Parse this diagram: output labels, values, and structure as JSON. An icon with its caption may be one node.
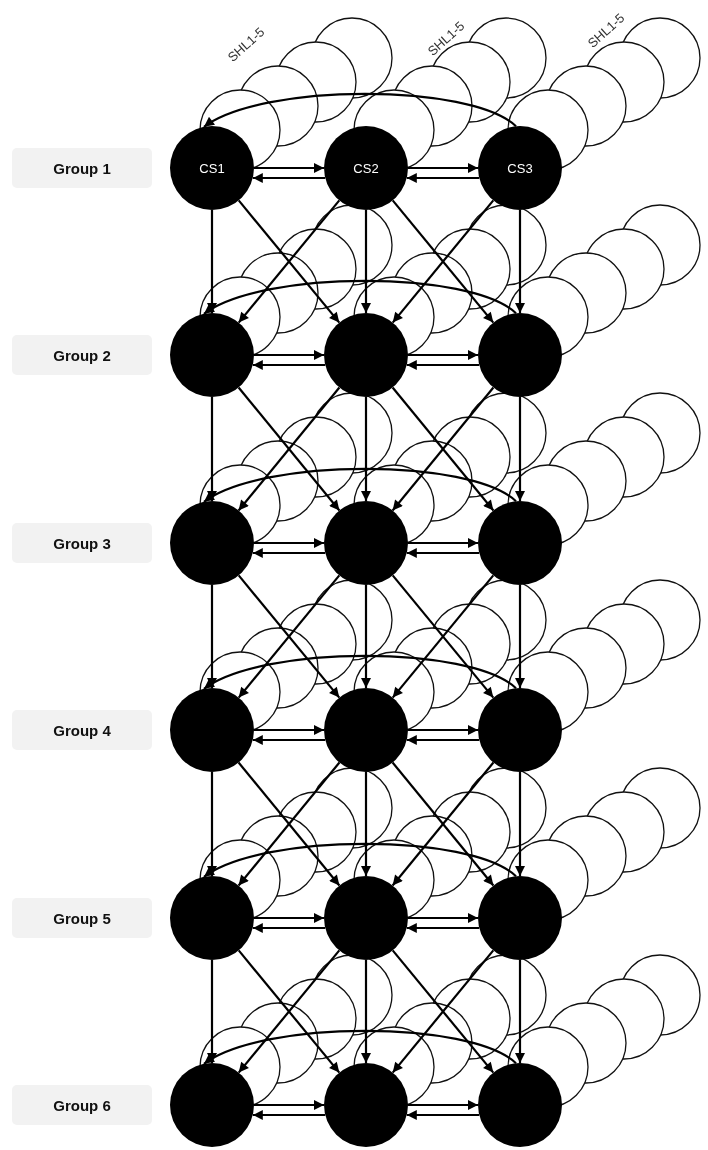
{
  "diagram": {
    "nodes": [
      {
        "text": [
          "Group 1"
        ]
      },
      {
        "text": [
          "CS1"
        ]
      },
      {
        "text": [
          "CS2"
        ]
      },
      {
        "text": [
          "CS3"
        ]
      },
      {
        "text": [
          "Group 2"
        ]
      },
      {
        "text": [],
        "shape": "circle"
      },
      {
        "text": [],
        "shape": "circle"
      },
      {
        "text": [],
        "shape": "circle"
      },
      {
        "text": [
          "Group 3"
        ]
      },
      {
        "text": [],
        "shape": "circle"
      },
      {
        "text": [],
        "shape": "circle"
      },
      {
        "text": [],
        "shape": "circle"
      },
      {
        "text": [
          "Group 4"
        ]
      },
      {
        "text": [],
        "shape": "circle"
      },
      {
        "text": [],
        "shape": "circle"
      },
      {
        "text": [],
        "shape": "circle"
      },
      {
        "text": [
          "Group 5"
        ]
      },
      {
        "text": [],
        "shape": "circle"
      },
      {
        "text": [],
        "shape": "circle"
      },
      {
        "text": [],
        "shape": "circle"
      },
      {
        "text": [
          "Group 6"
        ]
      },
      {
        "text": [],
        "shape": "circle"
      },
      {
        "text": [],
        "shape": "circle"
      },
      {
        "text": [],
        "shape": "circle"
      }
    ],
    "edges": [
      {
        "from": 1,
        "to": 2,
        "arrow": "to"
      },
      {
        "from": 2,
        "to": 1,
        "arrow": "to"
      },
      {
        "from": 2,
        "to": 3,
        "arrow": "to"
      },
      {
        "from": 3,
        "to": 2,
        "arrow": "to"
      },
      {
        "from": 3,
        "to": 1,
        "arrow": "to"
      },
      {
        "from": 1,
        "to": 5,
        "arrow": "to"
      },
      {
        "from": 1,
        "to": 6,
        "arrow": "to"
      },
      {
        "from": 2,
        "to": 6,
        "arrow": "to"
      },
      {
        "from": 2,
        "to": 5,
        "arrow": "to"
      },
      {
        "from": 2,
        "to": 7,
        "arrow": "to"
      },
      {
        "from": 3,
        "to": 7,
        "arrow": "to"
      },
      {
        "from": 3,
        "to": 6,
        "arrow": "to"
      },
      {
        "from": 5,
        "to": 6,
        "arrow": "to"
      },
      {
        "from": 6,
        "to": 5,
        "arrow": "to"
      },
      {
        "from": 6,
        "to": 7,
        "arrow": "to"
      },
      {
        "from": 7,
        "to": 6,
        "arrow": "to"
      },
      {
        "from": 7,
        "to": 5,
        "arrow": "to"
      },
      {
        "from": 5,
        "to": 9,
        "arrow": "to"
      },
      {
        "from": 5,
        "to": 10,
        "arrow": "to"
      },
      {
        "from": 6,
        "to": 10,
        "arrow": "to"
      },
      {
        "from": 6,
        "to": 9,
        "arrow": "to"
      },
      {
        "from": 6,
        "to": 11,
        "arrow": "to"
      },
      {
        "from": 7,
        "to": 11,
        "arrow": "to"
      },
      {
        "from": 7,
        "to": 10,
        "arrow": "to"
      },
      {
        "from": 9,
        "to": 10,
        "arrow": "to"
      },
      {
        "from": 10,
        "to": 9,
        "arrow": "to"
      },
      {
        "from": 10,
        "to": 11,
        "arrow": "to"
      },
      {
        "from": 11,
        "to": 10,
        "arrow": "to"
      },
      {
        "from": 11,
        "to": 9,
        "arrow": "to"
      },
      {
        "from": 9,
        "to": 13,
        "arrow": "to"
      },
      {
        "from": 9,
        "to": 14,
        "arrow": "to"
      },
      {
        "from": 10,
        "to": 14,
        "arrow": "to"
      },
      {
        "from": 10,
        "to": 13,
        "arrow": "to"
      },
      {
        "from": 10,
        "to": 15,
        "arrow": "to"
      },
      {
        "from": 11,
        "to": 15,
        "arrow": "to"
      },
      {
        "from": 11,
        "to": 14,
        "arrow": "to"
      },
      {
        "from": 13,
        "to": 14,
        "arrow": "to"
      },
      {
        "from": 14,
        "to": 13,
        "arrow": "to"
      },
      {
        "from": 14,
        "to": 15,
        "arrow": "to"
      },
      {
        "from": 15,
        "to": 14,
        "arrow": "to"
      },
      {
        "from": 15,
        "to": 13,
        "arrow": "to"
      },
      {
        "from": 13,
        "to": 17,
        "arrow": "to"
      },
      {
        "from": 13,
        "to": 18,
        "arrow": "to"
      },
      {
        "from": 14,
        "to": 18,
        "arrow": "to"
      },
      {
        "from": 14,
        "to": 17,
        "arrow": "to"
      },
      {
        "from": 14,
        "to": 19,
        "arrow": "to"
      },
      {
        "from": 15,
        "to": 19,
        "arrow": "to"
      },
      {
        "from": 15,
        "to": 18,
        "arrow": "to"
      },
      {
        "from": 17,
        "to": 18,
        "arrow": "to"
      },
      {
        "from": 18,
        "to": 17,
        "arrow": "to"
      },
      {
        "from": 18,
        "to": 19,
        "arrow": "to"
      },
      {
        "from": 19,
        "to": 18,
        "arrow": "to"
      },
      {
        "from": 19,
        "to": 17,
        "arrow": "to"
      },
      {
        "from": 17,
        "to": 21,
        "arrow": "to"
      },
      {
        "from": 17,
        "to": 22,
        "arrow": "to"
      },
      {
        "from": 18,
        "to": 22,
        "arrow": "to"
      },
      {
        "from": 18,
        "to": 21,
        "arrow": "to"
      },
      {
        "from": 18,
        "to": 23,
        "arrow": "to"
      },
      {
        "from": 19,
        "to": 23,
        "arrow": "to"
      },
      {
        "from": 19,
        "to": 22,
        "arrow": "to"
      },
      {
        "from": 21,
        "to": 22,
        "arrow": "to"
      },
      {
        "from": 22,
        "to": 21,
        "arrow": "to"
      },
      {
        "from": 22,
        "to": 23,
        "arrow": "to"
      },
      {
        "from": 23,
        "to": 22,
        "arrow": "to"
      },
      {
        "from": 23,
        "to": 21,
        "arrow": "to"
      }
    ],
    "labels": [
      "SHL1-5",
      "SHL1-5",
      "SHL1-5"
    ]
  }
}
